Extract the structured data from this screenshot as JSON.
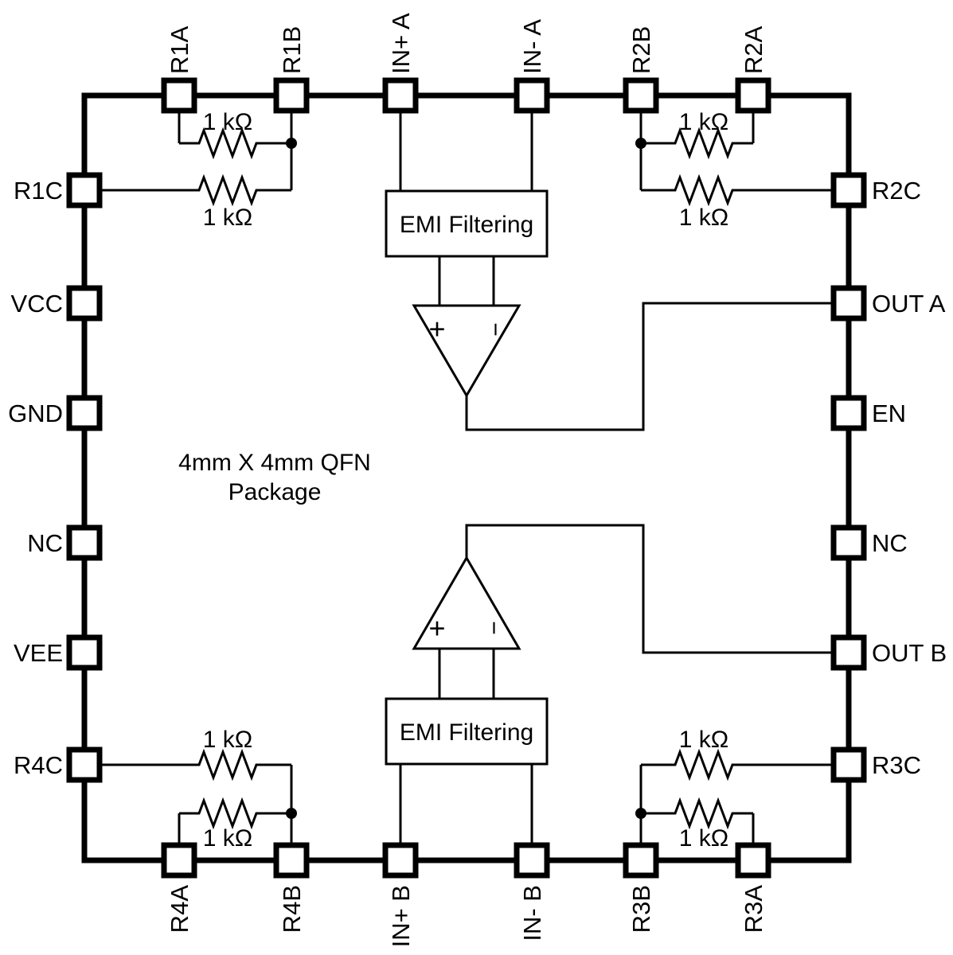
{
  "package": {
    "title_line1": "4mm X 4mm QFN",
    "title_line2": "Package"
  },
  "pins": {
    "top": [
      "R1A",
      "R1B",
      "IN+ A",
      "IN- A",
      "R2B",
      "R2A"
    ],
    "bottom": [
      "R4A",
      "R4B",
      "IN+ B",
      "IN- B",
      "R3B",
      "R3A"
    ],
    "left": [
      "R1C",
      "VCC",
      "GND",
      "NC",
      "VEE",
      "R4C"
    ],
    "right": [
      "R2C",
      "OUT A",
      "EN",
      "NC",
      "OUT B",
      "R3C"
    ]
  },
  "resistor_labels": {
    "top_left": [
      "1 kΩ",
      "1 kΩ"
    ],
    "top_right": [
      "1 kΩ",
      "1 kΩ"
    ],
    "bottom_left": [
      "1 kΩ",
      "1 kΩ"
    ],
    "bottom_right": [
      "1 kΩ",
      "1 kΩ"
    ]
  },
  "blocks": {
    "emi_a": "EMI Filtering",
    "emi_b": "EMI Filtering"
  },
  "opamp_a": {
    "plus": "+",
    "minus": "−"
  },
  "opamp_b": {
    "plus": "+",
    "minus": "−"
  },
  "colors": {
    "line": "#000000",
    "text": "#000000",
    "background": "#ffffff"
  }
}
